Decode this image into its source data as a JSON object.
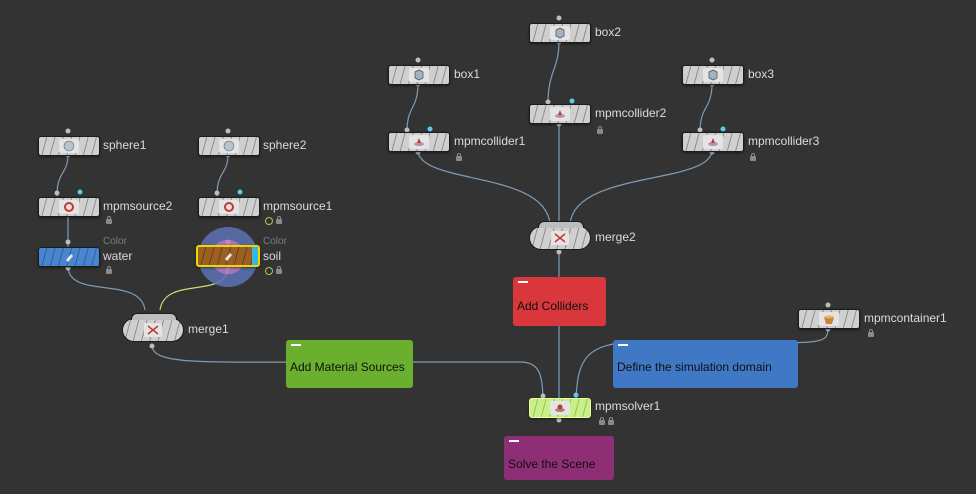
{
  "nodes": {
    "box2": {
      "label": "box2"
    },
    "box1": {
      "label": "box1"
    },
    "box3": {
      "label": "box3"
    },
    "mpmcollider2": {
      "label": "mpmcollider2"
    },
    "mpmcollider1": {
      "label": "mpmcollider1"
    },
    "mpmcollider3": {
      "label": "mpmcollider3"
    },
    "sphere1": {
      "label": "sphere1"
    },
    "sphere2": {
      "label": "sphere2"
    },
    "mpmsource2": {
      "label": "mpmsource2"
    },
    "mpmsource1": {
      "label": "mpmsource1"
    },
    "water": {
      "label": "water",
      "type_label": "Color"
    },
    "soil": {
      "label": "soil",
      "type_label": "Color"
    },
    "merge1": {
      "label": "merge1"
    },
    "merge2": {
      "label": "merge2"
    },
    "mpmcontainer1": {
      "label": "mpmcontainer1"
    },
    "mpmsolver1": {
      "label": "mpmsolver1"
    }
  },
  "stickies": {
    "add_colliders": {
      "text": "Add Colliders",
      "color": "#d9373b"
    },
    "add_material_sources": {
      "text": "Add Material Sources",
      "color": "#6ab02e"
    },
    "define_domain": {
      "text": "Define the simulation domain",
      "color": "#3f78c4"
    },
    "solve_scene": {
      "text": "Solve the Scene",
      "color": "#8e2f76"
    }
  },
  "colors": {
    "background": "#333333",
    "wire": "#7f9cb5",
    "selected_outline": "#f2d400",
    "solver_node": "#c8f08a",
    "water_node": "#4a86cf",
    "soil_node": "#9a6024"
  },
  "icons": [
    "box-icon",
    "sphere-icon",
    "source-icon",
    "collider-icon",
    "color-icon",
    "merge-icon",
    "container-icon",
    "solver-icon",
    "lock-icon",
    "display-flag-icon"
  ]
}
